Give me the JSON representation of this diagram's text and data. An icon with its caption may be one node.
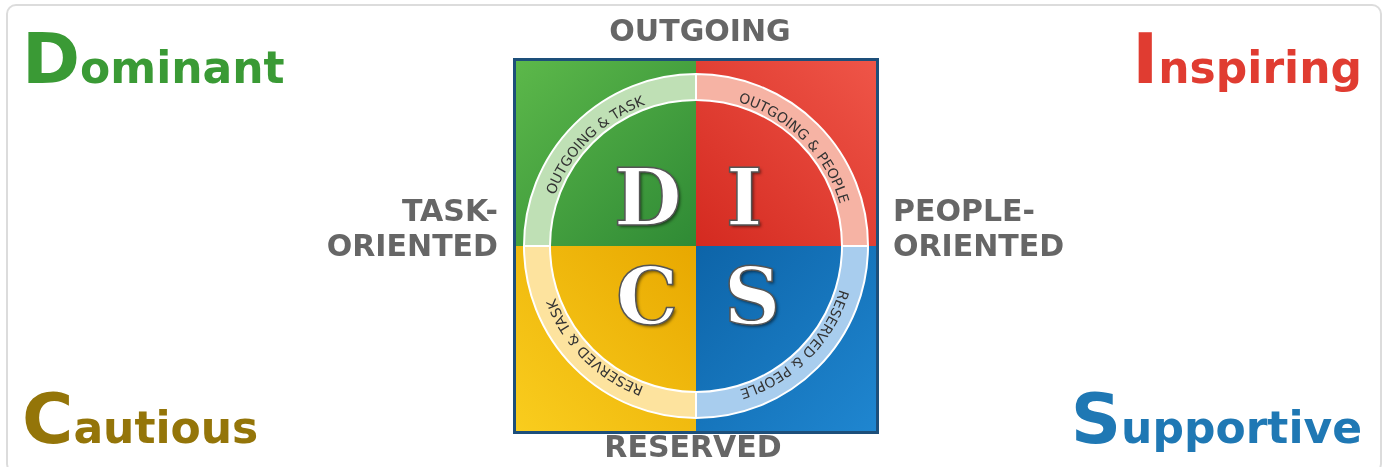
{
  "diagram": {
    "nodes": [
      {
        "text": [
          "D",
          "OUTGOING & TASK"
        ]
      },
      {
        "text": [
          "I",
          "OUTGOING & PEOPLE"
        ]
      },
      {
        "text": [
          "C",
          "RESERVED & TASK"
        ]
      },
      {
        "text": [
          "S",
          "RESERVED & PEOPLE"
        ]
      }
    ],
    "labels": [
      "Dominant",
      "OUTGOING",
      "Inspiring",
      "TASK-ORIENTED",
      "PEOPLE-ORIENTED",
      "Cautious",
      "RESERVED",
      "Supportive"
    ]
  }
}
